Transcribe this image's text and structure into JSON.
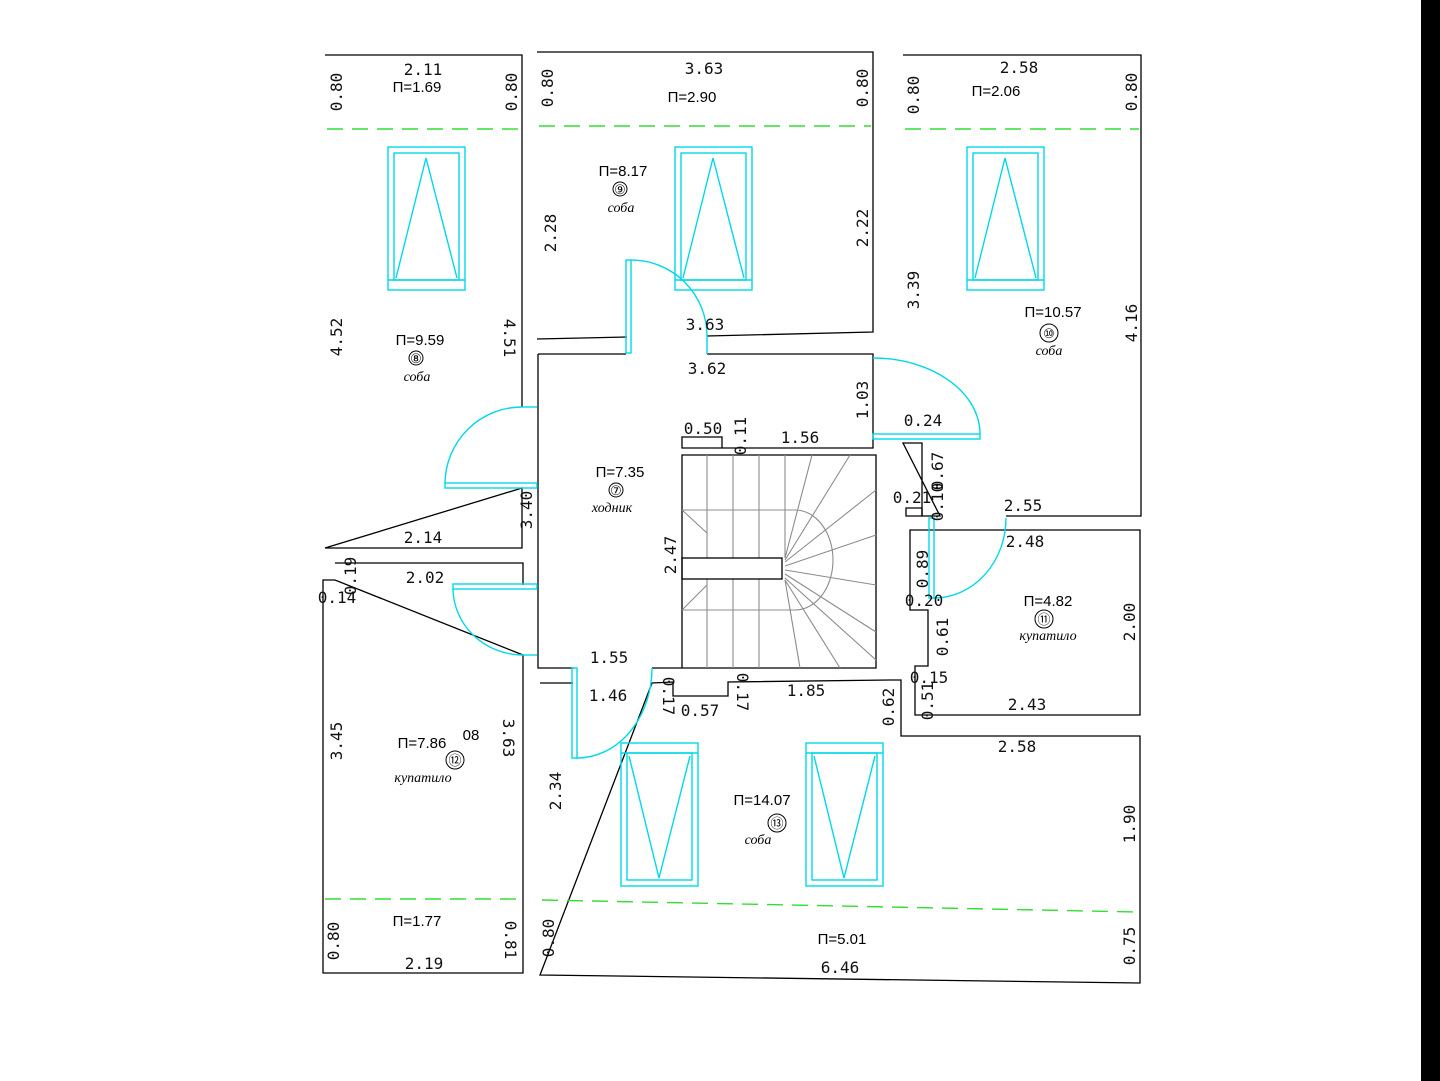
{
  "colors": {
    "walls": "#000000",
    "openings": "#00d8e8",
    "ceiling_line": "#33dd33",
    "stair": "#8c8c8c",
    "right_edge_bar": "#000000"
  },
  "rooms": [
    {
      "number": "⑧",
      "area": "П=9.59",
      "name": "соба"
    },
    {
      "number": "⑨",
      "area": "П=8.17",
      "name": "соба"
    },
    {
      "number": "⑩",
      "area": "П=10.57",
      "name": "соба"
    },
    {
      "number": "⑦",
      "area": "П=7.35",
      "name": "ходник"
    },
    {
      "number": "⑪",
      "area": "П=4.82",
      "name": "купатило"
    },
    {
      "number": "⑫",
      "area": "П=7.86",
      "name": "купатило",
      "extra": "08"
    },
    {
      "number": "⑬",
      "area": "П=14.07",
      "name": "соба"
    }
  ],
  "reduced_height_areas": [
    "П=1.69",
    "П=2.90",
    "П=2.06",
    "П=1.77",
    "П=5.01"
  ],
  "dimensions": [
    "2.11",
    "0.80",
    "0.80",
    "3.63",
    "0.80",
    "0.80",
    "2.58",
    "0.80",
    "0.80",
    "2.28",
    "2.22",
    "3.39",
    "4.16",
    "4.52",
    "4.51",
    "3.63",
    "3.62",
    "1.03",
    "0.24",
    "0.50",
    "0.11",
    "1.56",
    "0.67",
    "0.21",
    "0.10",
    "2.55",
    "2.48",
    "3.40",
    "2.14",
    "2.47",
    "0.89",
    "0.20",
    "2.00",
    "0.61",
    "0.15",
    "0.51",
    "2.43",
    "0.19",
    "2.02",
    "0.14",
    "1.55",
    "1.46",
    "0.17",
    "0.57",
    "0.17",
    "1.85",
    "0.62",
    "2.58",
    "3.45",
    "3.63",
    "2.34",
    "1.90",
    "0.80",
    "0.81",
    "2.19",
    "0.80",
    "0.75",
    "6.46"
  ]
}
